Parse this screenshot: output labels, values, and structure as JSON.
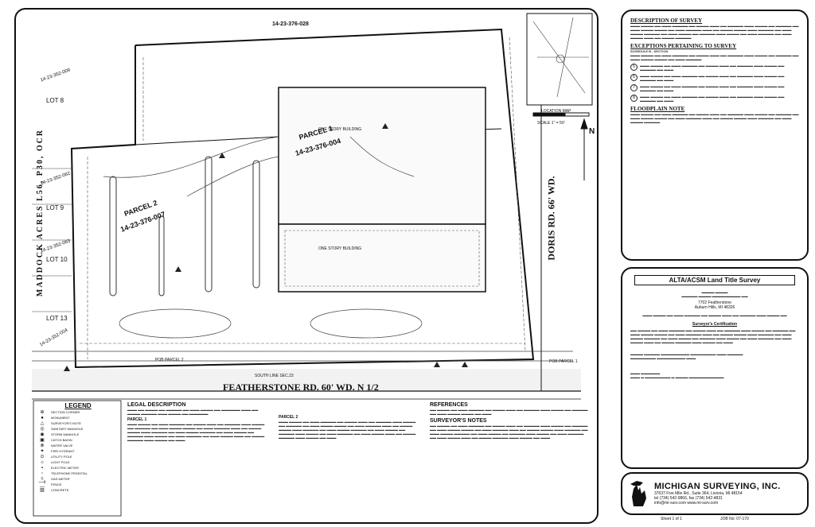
{
  "survey": {
    "parcel1_label": "PARCEL 1",
    "parcel1_id": "14-23-376-004",
    "parcel2_label": "PARCEL 2",
    "parcel2_id": "14-23-376-007",
    "north_parcel_id": "14-23-376-028",
    "nw_parcel_id_1": "14-23-352-009",
    "nw_parcel_id_2": "14-23-352-062",
    "nw_parcel_id_3": "14-23-352-063",
    "sw_parcel_id": "14-23-352-004",
    "street_south": "FEATHERSTONE RD. 60' WD. N 1/2",
    "street_east": "DORIS RD. 66' WD.",
    "subdivision": "MADDOCK ACRES L56, P30, OCR",
    "lots": [
      "LOT 8",
      "LOT 9",
      "LOT 10",
      "LOT 13"
    ],
    "building1_note": "ONE STORY BUILDING",
    "building2_note": "ONE STORY BUILDING",
    "pob_label": "POB PARCEL 1",
    "pob_label2": "POB PARCEL 2",
    "south_line": "SOUTH LINE SEC.23",
    "legend_title": "LEGEND",
    "legend_items": [
      "SECTION CORNER",
      "MONUMENT",
      "SURVEYOR'S NOTE",
      "SANITARY MANHOLE",
      "STORM MANHOLE",
      "CATCH BASIN",
      "WATER VALVE",
      "FIRE HYDRANT",
      "UTILITY POLE",
      "LIGHT POLE",
      "ELECTRIC METER",
      "TELEPHONE PEDESTAL",
      "GAS METER",
      "FENCE",
      "CONCRETE"
    ],
    "legal_description_title": "LEGAL DESCRIPTION",
    "references_title": "REFERENCES",
    "surveyors_notes_title": "SURVEYOR'S NOTES",
    "parcel_1_title": "PARCEL 1",
    "parcel_2_title": "PARCEL 2",
    "location_map_label": "LOCATION MAP",
    "scale_label": "SCALE 1\" = 50'",
    "north_letter": "N"
  },
  "sidebar": {
    "description_title": "DESCRIPTION OF SURVEY",
    "exceptions_title": "EXCEPTIONS PERTAINING TO SURVEY",
    "exceptions_sub": "SCHEDULE B - SECTION",
    "floodplain_title": "FLOODPLAIN NOTE",
    "note_numbers": [
      "5",
      "6",
      "7",
      "8"
    ]
  },
  "title_block": {
    "heading": "ALTA/ACSM Land Title Survey",
    "address_line": "7702 Featherstone",
    "city_line": "Auburn Hills, MI 48326",
    "certification_title": "Surveyor's Certification",
    "sheet_label": "Sheet 1 of 1",
    "job_label": "JOB No: 07-170"
  },
  "company": {
    "name": "MICHIGAN SURVEYING, INC.",
    "address": "37637 Five Mile Rd., Suite 364, Livonia, MI 48154",
    "phone": "tel (734) 542-9866, fax (734) 542-4831",
    "web": "info@mi-surv.com  www.mi-surv.com"
  }
}
